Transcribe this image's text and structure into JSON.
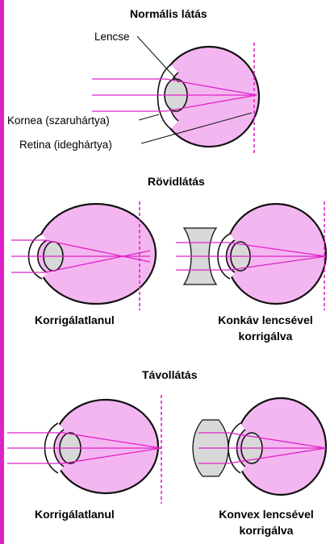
{
  "colors": {
    "accent_bar": "#e020c8",
    "eye_fill": "#f4b6f0",
    "eye_stroke": "#111111",
    "ray": "#e020c8",
    "lens_fill": "#d8d8d8",
    "white": "#ffffff"
  },
  "sections": {
    "normal": {
      "title": "Normális látás",
      "labels": {
        "lens": "Lencse",
        "cornea": "Kornea (szaruhártya)",
        "retina": "Retina (ideghártya)"
      }
    },
    "myopia": {
      "title": "Rövidlátás",
      "uncorrected": "Korrigálatlanul",
      "corrected_line1": "Konkáv lencsével",
      "corrected_line2": "korrigálva"
    },
    "hyperopia": {
      "title": "Távollátás",
      "uncorrected": "Korrigálatlanul",
      "corrected_line1": "Konvex lencsével",
      "corrected_line2": "korrigálva"
    }
  }
}
